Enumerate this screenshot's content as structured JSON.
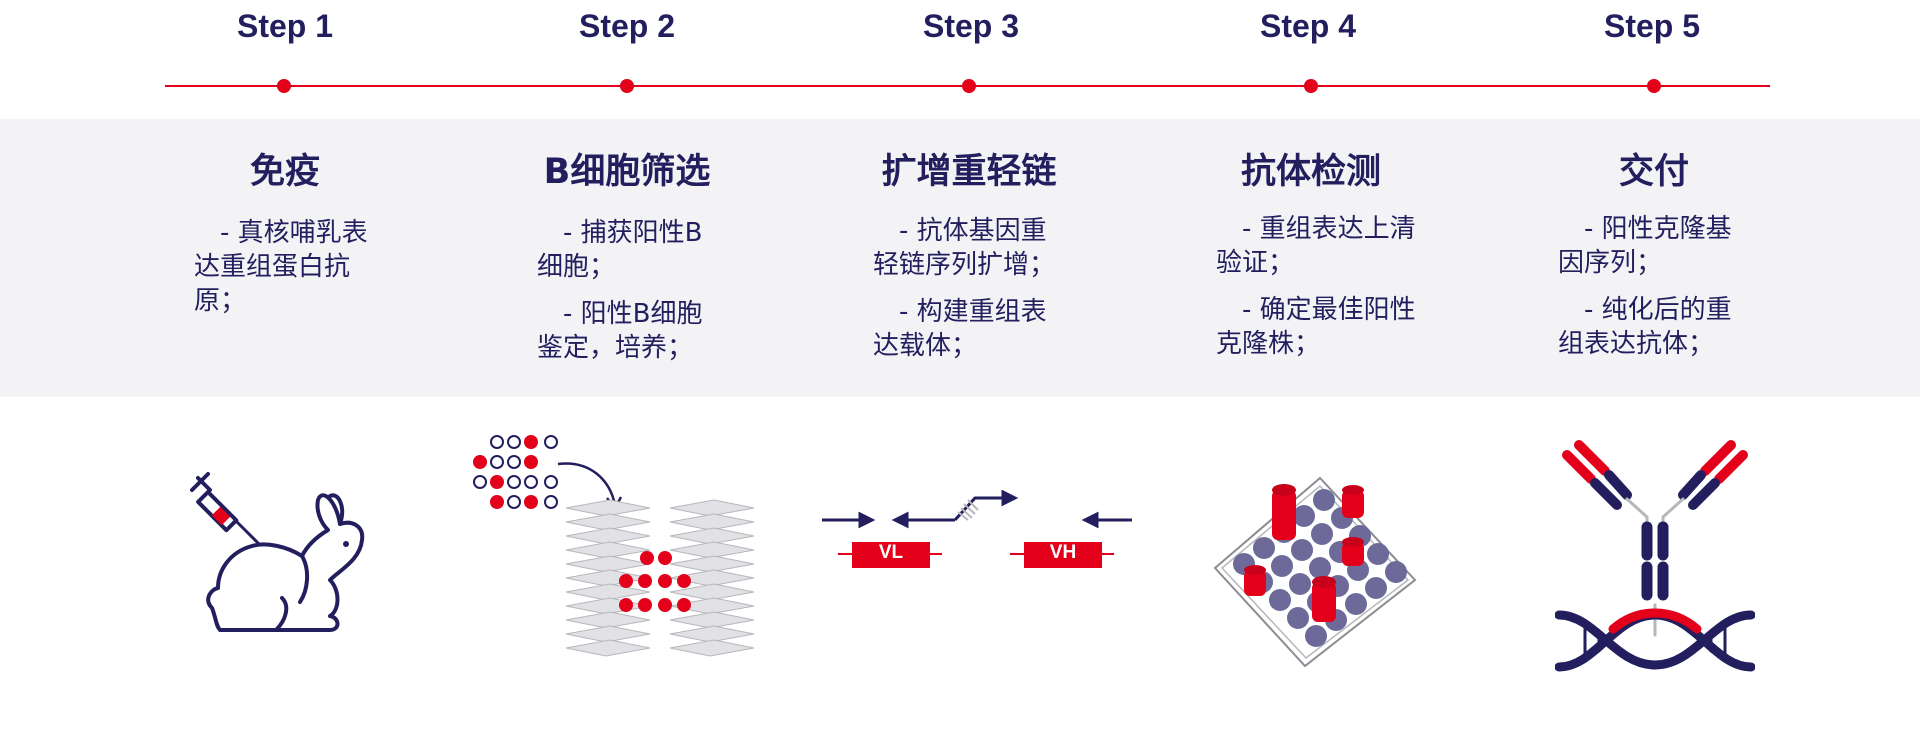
{
  "steps": [
    {
      "label": "Step 1",
      "title": "免疫",
      "desc": [
        "- 真核哺乳表达重组蛋白抗原；"
      ],
      "icon": "rabbit-syringe-icon"
    },
    {
      "label": "Step 2",
      "title": "B细胞筛选",
      "desc": [
        "- 捕获阳性B细胞；",
        "- 阳性B细胞鉴定，培养；"
      ],
      "icon": "cell-plates-icon"
    },
    {
      "label": "Step 3",
      "title": "扩增重轻链",
      "desc": [
        "- 抗体基因重轻链序列扩增；",
        "- 构建重组表达载体；"
      ],
      "icon": "pcr-primers-icon"
    },
    {
      "label": "Step 4",
      "title": "抗体检测",
      "desc": [
        "- 重组表达上清验证；",
        "- 确定最佳阳性克隆株；"
      ],
      "icon": "well-plate-icon"
    },
    {
      "label": "Step 5",
      "title": "交付",
      "desc": [
        "- 阳性克隆基因序列；",
        "- 纯化后的重组表达抗体；"
      ],
      "icon": "antibody-dna-icon"
    }
  ],
  "primers": {
    "vl": "VL",
    "vh": "VH"
  },
  "colors": {
    "accent": "#e4001b",
    "navy": "#231f5e",
    "band": "#f3f3f6",
    "plate_gray": "#c8c8cc",
    "well": "#6d6a9a"
  }
}
